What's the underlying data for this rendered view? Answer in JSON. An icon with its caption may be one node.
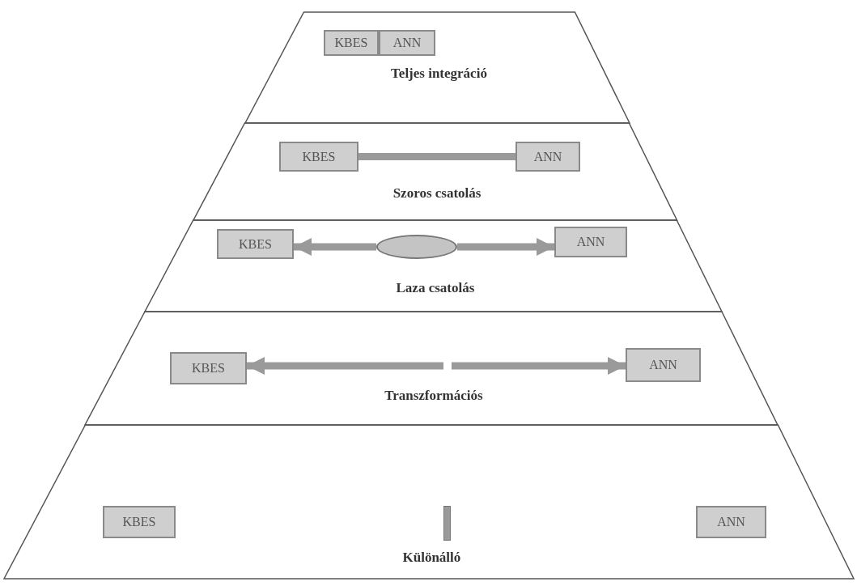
{
  "diagram": {
    "nodes": [
      {
        "text": [
          "Teljes integráció"
        ]
      },
      {
        "text": [
          "KBES"
        ],
        "in": 0
      },
      {
        "text": [
          "ANN"
        ],
        "in": 0
      },
      {
        "text": [
          "Szoros csatolás"
        ]
      },
      {
        "text": [
          "KBES"
        ],
        "in": 3
      },
      {
        "text": [
          "ANN"
        ],
        "in": 3
      },
      {
        "text": [
          "Laza csatolás"
        ]
      },
      {
        "text": [
          "KBES"
        ],
        "in": 6
      },
      {
        "text": [],
        "shape": "circle",
        "in": 6
      },
      {
        "text": [
          "ANN"
        ],
        "in": 6
      },
      {
        "text": [
          "Transzformációs"
        ]
      },
      {
        "text": [
          "KBES"
        ],
        "in": 10
      },
      {
        "text": [
          "ANN"
        ],
        "in": 10
      },
      {
        "text": [
          "Különálló"
        ]
      },
      {
        "text": [
          "KBES"
        ],
        "in": 13
      },
      {
        "text": [],
        "shape": "bar",
        "in": 13
      },
      {
        "text": [
          "ANN"
        ],
        "in": 13
      }
    ],
    "edges": [
      {
        "from": 4,
        "to": 5,
        "arrow": "none"
      },
      {
        "from": 8,
        "to": 7,
        "arrow": "to"
      },
      {
        "from": 8,
        "to": 9,
        "arrow": "to"
      },
      {
        "from": null,
        "to": 11,
        "arrow": "to"
      },
      {
        "from": null,
        "to": 12,
        "arrow": "to"
      }
    ]
  }
}
